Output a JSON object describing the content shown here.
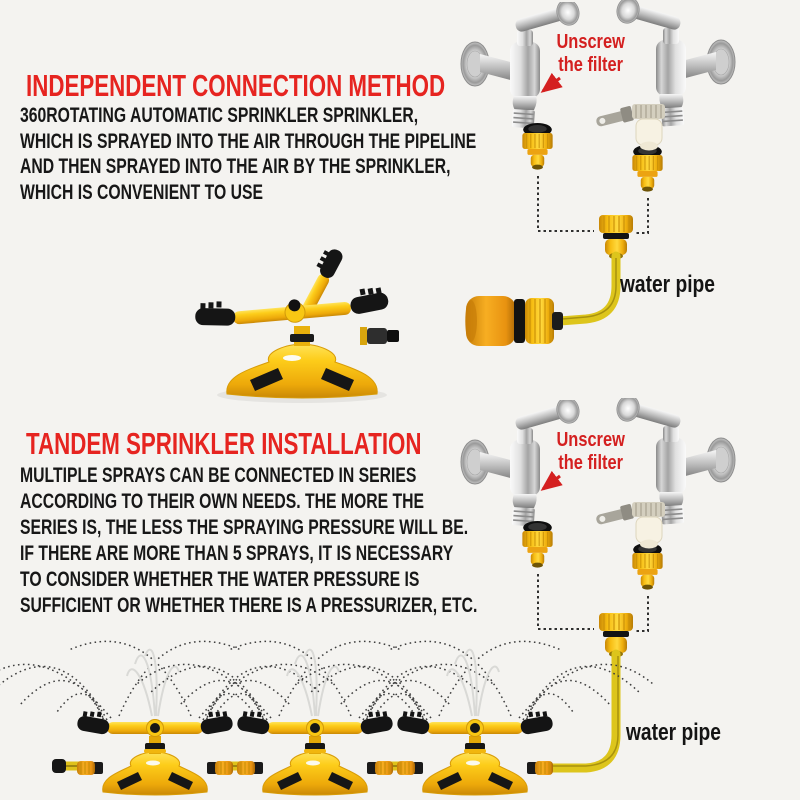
{
  "colors": {
    "background": "#f4f3f0",
    "heading_red": "#e62420",
    "label_red": "#d42020",
    "text_black": "#171717",
    "product_yellow": "#f7bd12",
    "connector_orange": "#e89210"
  },
  "section1": {
    "heading": "INDEPENDENT CONNECTION METHOD",
    "body_lines": [
      "360ROTATING AUTOMATIC SPRINKLER SPRINKLER,",
      "WHICH IS SPRAYED INTO THE AIR THROUGH THE PIPELINE",
      "AND THEN SPRAYED INTO THE AIR BY THE SPRINKLER,",
      "WHICH IS CONVENIENT TO USE"
    ]
  },
  "section2": {
    "heading": "TANDEM SPRINKLER INSTALLATION",
    "body_lines": [
      "MULTIPLE SPRAYS CAN BE CONNECTED IN SERIES",
      "ACCORDING TO THEIR OWN NEEDS. THE MORE THE",
      "SERIES IS, THE LESS THE SPRAYING PRESSURE WILL BE.",
      "IF THERE ARE MORE THAN 5 SPRAYS, IT IS NECESSARY",
      "TO CONSIDER WHETHER THE WATER PRESSURE IS",
      "SUFFICIENT OR WHETHER THERE IS A PRESSURIZER, ETC."
    ]
  },
  "labels": {
    "unscrew_filter": "Unscrew\nthe filter",
    "water_pipe": "water pipe"
  }
}
